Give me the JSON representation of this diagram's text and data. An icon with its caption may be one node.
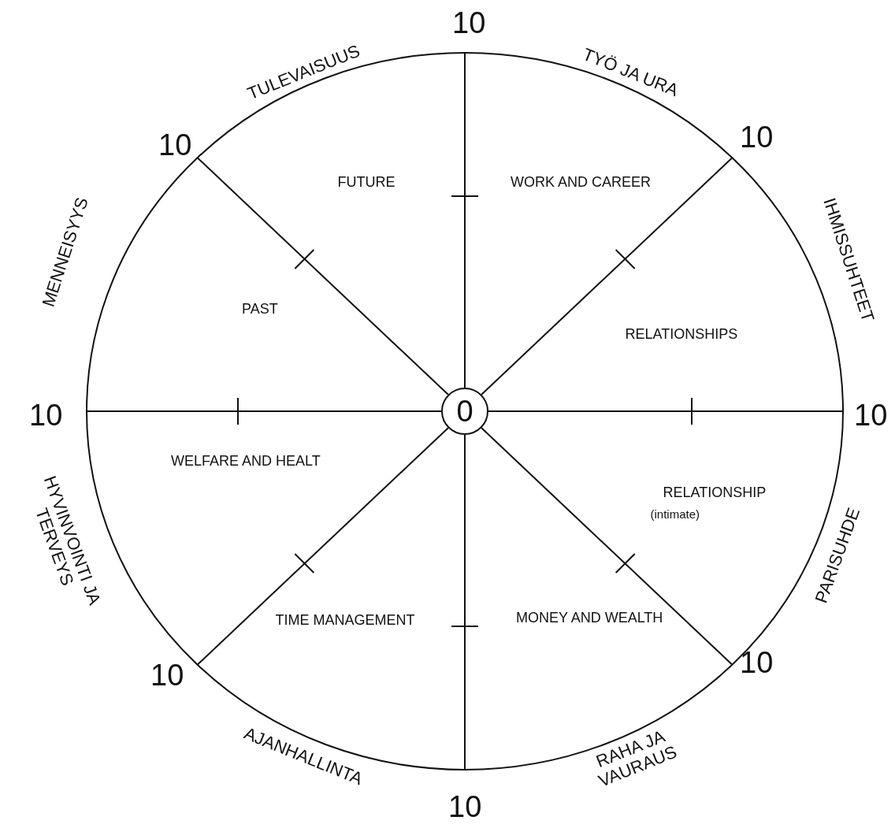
{
  "diagram": {
    "nodes": [
      {
        "text": [
          "0"
        ]
      }
    ],
    "labels": [
      "10",
      "TULEVAISUUS",
      "TYÖ JA URA",
      "10",
      "10",
      "FUTURE",
      "WORK AND CAREER",
      "MENNEISYYS",
      "IHMISSUHTEET",
      "PAST",
      "RELATIONSHIPS",
      "10",
      "10",
      "WELFARE AND HEALT",
      "RELATIONSHIP",
      "(intimate)",
      "HYVINVOINTI JA TERVEYS",
      "PARISUHDE",
      "TIME MANAGEMENT",
      "MONEY AND WEALTH",
      "10",
      "10",
      "AJANHALLINTA",
      "RAHA JA VAURAUS",
      "10"
    ]
  }
}
